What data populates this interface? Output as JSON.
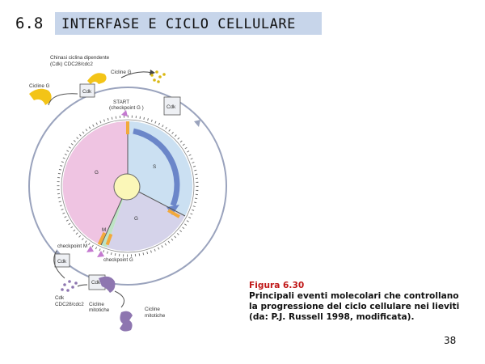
{
  "header": {
    "number": "6.8",
    "title": "INTERFASE E CICLO CELLULARE"
  },
  "diagram": {
    "labels": {
      "cdk_kinase": "Chinasi ciclina dipendente",
      "cdk_kinase2": "(Cdk) CDC28/cdc2",
      "cyclin_g1_left": "Cicline G",
      "cyclin_g1_top": "Cicline G",
      "start": "START",
      "checkpoint_g1": "(checkpoint G )",
      "cdk": "Cdk",
      "phase_s": "S",
      "phase_g1": "G",
      "phase_g2": "G",
      "phase_m": "M",
      "checkpoint_m": "checkpoint M",
      "checkpoint_g2": "checkpoint G",
      "cdk_bottom": "Cdk",
      "cdk_bottom2": "CDC28/cdc2",
      "mitotic_cyclins": "Cicline",
      "mitotic_cyclins2": "mitotiche"
    }
  },
  "caption": {
    "title": "Figura 6.30",
    "lines": [
      "Principali eventi molecolari che controllano",
      "la progressione del ciclo cellulare nei lieviti",
      "(da: P.J. Russell 1998, modificata)."
    ]
  },
  "page_number": "38"
}
